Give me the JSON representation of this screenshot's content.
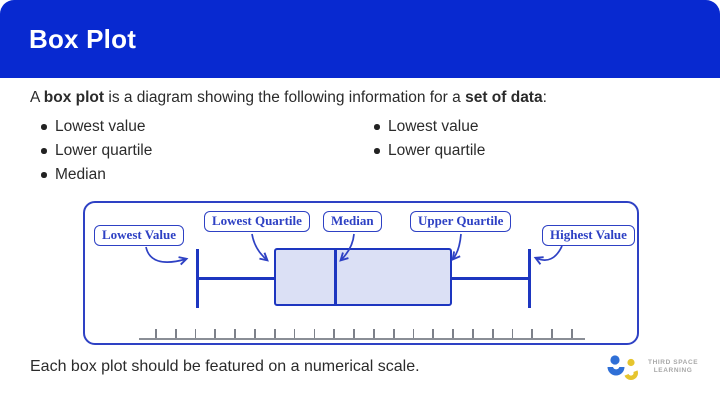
{
  "header": {
    "title": "Box Plot"
  },
  "intro": {
    "prefix": "A ",
    "bold1": "box plot",
    "middle": " is a diagram showing the following information for a ",
    "bold2": "set of data",
    "suffix": ":"
  },
  "bullets": {
    "left": [
      "Lowest value",
      "Lower quartile",
      "Median"
    ],
    "right": [
      "Lowest value",
      "Lower quartile"
    ]
  },
  "diagram": {
    "labels": [
      "Lowest Value",
      "Lowest Quartile",
      "Median",
      "Upper Quartile",
      "Highest Value"
    ],
    "scale": {
      "tick_count": 22
    }
  },
  "footer": {
    "text": "Each box plot should be featured on a numerical scale."
  },
  "logo": {
    "line1": "THIRD SPACE",
    "line2": "LEARNING"
  },
  "colors": {
    "header_bg": "#0829d0",
    "diagram_blue": "#2e41c4",
    "plot_blue": "#1d36c0",
    "box_fill": "#dbe0f5",
    "scale_gray": "#8a8e96",
    "logo_blue": "#2f6fd6",
    "logo_yellow": "#e6c52e",
    "text_dark": "#2b2b2b"
  }
}
